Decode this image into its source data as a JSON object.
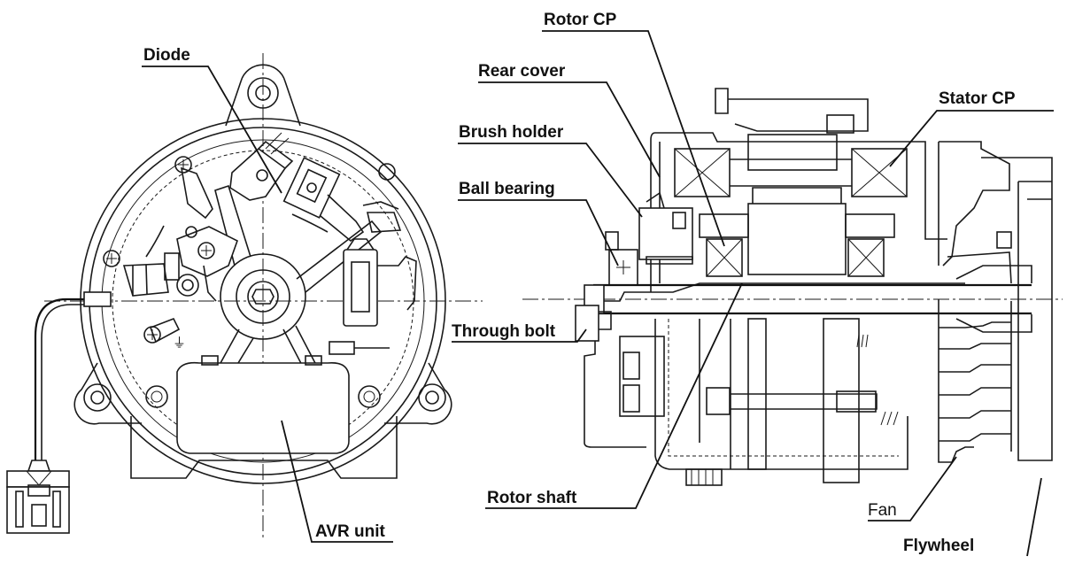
{
  "labels": {
    "diode": "Diode",
    "rotor_cp": "Rotor CP",
    "rear_cover": "Rear cover",
    "stator_cp": "Stator CP",
    "brush_holder": "Brush holder",
    "ball_bearing": "Ball bearing",
    "through_bolt": "Through bolt",
    "rotor_shaft": "Rotor shaft",
    "avr_unit": "AVR unit",
    "fan": "Fan",
    "flywheel": "Flywheel"
  },
  "symbols": {
    "ground": "⏚"
  }
}
